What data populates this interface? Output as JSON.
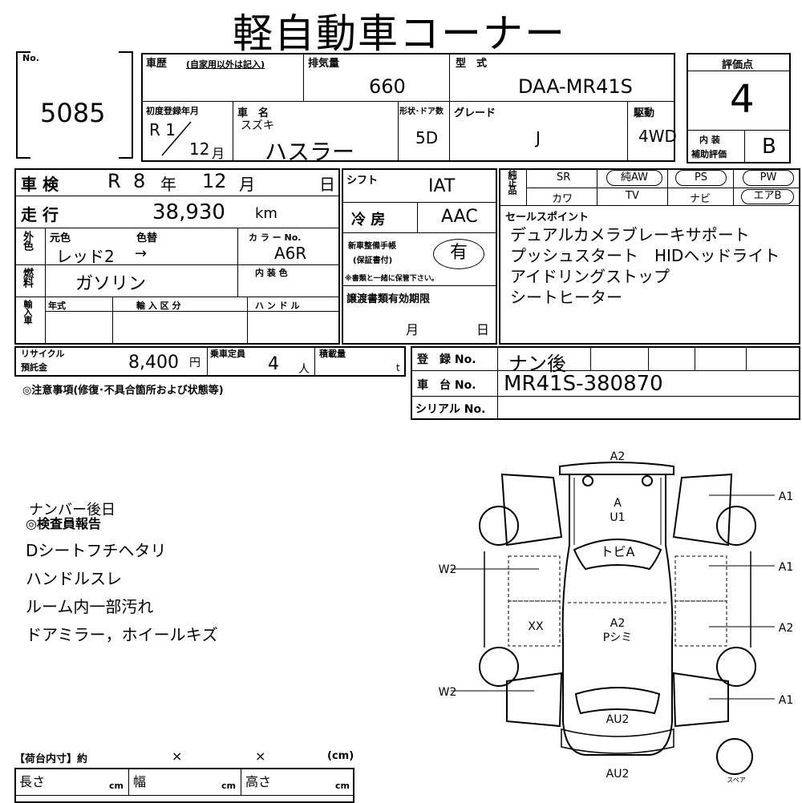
{
  "title": "軽自動車コーナー",
  "lot": {
    "label": "No.",
    "value": "5085"
  },
  "history": {
    "label": "車歴",
    "note": "(自家用以外は記入)"
  },
  "displacement": {
    "label": "排気量",
    "value": "660"
  },
  "model": {
    "label": "型　式",
    "value": "DAA-MR41S"
  },
  "score": {
    "label": "評価点",
    "value": "4",
    "interior_label_1": "内 装",
    "interior_label_2": "補助評価",
    "interior_value": "B"
  },
  "first_reg": {
    "label": "初度登録年月",
    "era": "R 1",
    "month": "12",
    "month_unit": "月"
  },
  "car_name": {
    "label": "車　名",
    "maker": "スズキ",
    "name": "ハスラー"
  },
  "doors": {
    "label": "形状･ドア数",
    "value": "5D"
  },
  "grade": {
    "label": "グレード",
    "value": "J"
  },
  "drive": {
    "label": "駆動",
    "value": "4WD"
  },
  "inspection": {
    "label": "車 検",
    "era": "R",
    "year": "8",
    "year_unit": "年",
    "month": "12",
    "month_unit": "月",
    "day_unit": "日"
  },
  "mileage": {
    "label": "走 行",
    "value": "38,930",
    "unit": "km"
  },
  "color": {
    "side": "外色",
    "orig_label": "元色",
    "change_label": "色替",
    "code_label": "カ ラ ー No.",
    "orig_value": "レッド2",
    "arrow": "→",
    "code_value": "A6R",
    "interior_label": "内 装 色"
  },
  "fuel": {
    "side": "燃料",
    "value": "ガソリン"
  },
  "import": {
    "side": "輸入車",
    "year_label": "年式",
    "type_label": "輸 入 区 分",
    "handle_label": "ハ ン ド ル"
  },
  "shift": {
    "label": "シフト",
    "value": "IAT"
  },
  "ac": {
    "label": "冷 房",
    "value": "AAC"
  },
  "warranty": {
    "label_1": "新車整備手帳",
    "label_2": "(保証書付)",
    "value": "有",
    "note": "※書類と一緒に保管下さい。"
  },
  "transfer": {
    "label": "譲渡書類有効期限",
    "month_unit": "月",
    "day_unit": "日"
  },
  "genuine": {
    "side": "純正品",
    "items": [
      "SR",
      "純AW",
      "PS",
      "PW",
      "カワ",
      "TV",
      "ナビ",
      "エアB"
    ]
  },
  "sales_points": {
    "label": "セールスポイント",
    "lines": [
      "デュアルカメラブレーキサポート",
      "プッシュスタート　HIDヘッドライト",
      "アイドリングストップ",
      "シートヒーター"
    ]
  },
  "recycle": {
    "label_1": "リサイクル",
    "label_2": "預託金",
    "value": "8,400",
    "unit": "円"
  },
  "capacity": {
    "label": "乗車定員",
    "value": "4",
    "unit": "人"
  },
  "load": {
    "label": "積載量",
    "unit": "t"
  },
  "caution": {
    "label": "◎注意事項(修復･不具合箇所および状態等)"
  },
  "registration": {
    "label": "登　録 No.",
    "value": "ナン後"
  },
  "chassis": {
    "label": "車　台 No.",
    "value": "MR41S-380870"
  },
  "serial": {
    "label": "シリアル No."
  },
  "inspector": {
    "note_top": "ナンバー後日",
    "label": "◎検査員報告",
    "lines": [
      "Dシートフチヘタリ",
      "ハンドルスレ",
      "ルーム内一部汚れ",
      "ドアミラー，ホイールキズ"
    ]
  },
  "cargo": {
    "label": "【荷台内寸】約",
    "times": "×",
    "unit": "(cm)",
    "length": "長さ",
    "width": "幅",
    "height": "高さ",
    "cm": "cm"
  },
  "diagram": {
    "labels": [
      "A2",
      "A1",
      "A",
      "U1",
      "トビA",
      "W2",
      "A1",
      "XX",
      "A2",
      "Pシミ",
      "A2",
      "W2",
      "A1",
      "AU2",
      "AU2",
      "スペア"
    ]
  }
}
